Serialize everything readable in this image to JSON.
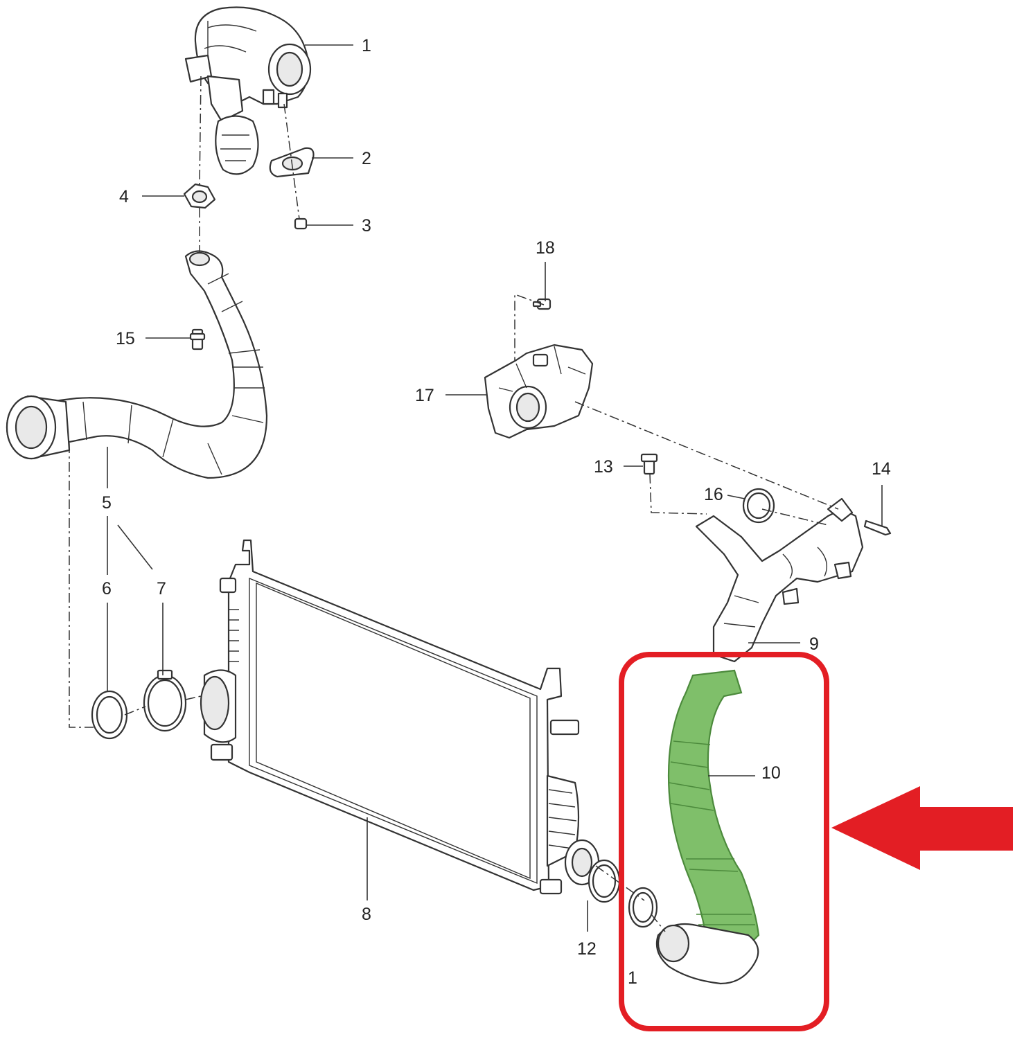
{
  "callouts": [
    {
      "id": "1",
      "text": "1"
    },
    {
      "id": "2",
      "text": "2"
    },
    {
      "id": "3",
      "text": "3"
    },
    {
      "id": "4",
      "text": "4"
    },
    {
      "id": "5",
      "text": "5"
    },
    {
      "id": "6",
      "text": "6"
    },
    {
      "id": "7",
      "text": "7"
    },
    {
      "id": "8",
      "text": "8"
    },
    {
      "id": "9",
      "text": "9"
    },
    {
      "id": "10",
      "text": "10"
    },
    {
      "id": "12",
      "text": "12"
    },
    {
      "id": "13",
      "text": "13"
    },
    {
      "id": "14",
      "text": "14"
    },
    {
      "id": "15",
      "text": "15"
    },
    {
      "id": "16",
      "text": "16"
    },
    {
      "id": "17",
      "text": "17"
    },
    {
      "id": "18",
      "text": "18"
    },
    {
      "id": "1b",
      "text": "1"
    }
  ],
  "colors": {
    "highlight_box": "#e31e24",
    "arrow": "#e31e24",
    "highlighted_part": "#7fbf6a",
    "highlighted_part_stroke": "#4c8a3c",
    "line_art": "#333333"
  }
}
